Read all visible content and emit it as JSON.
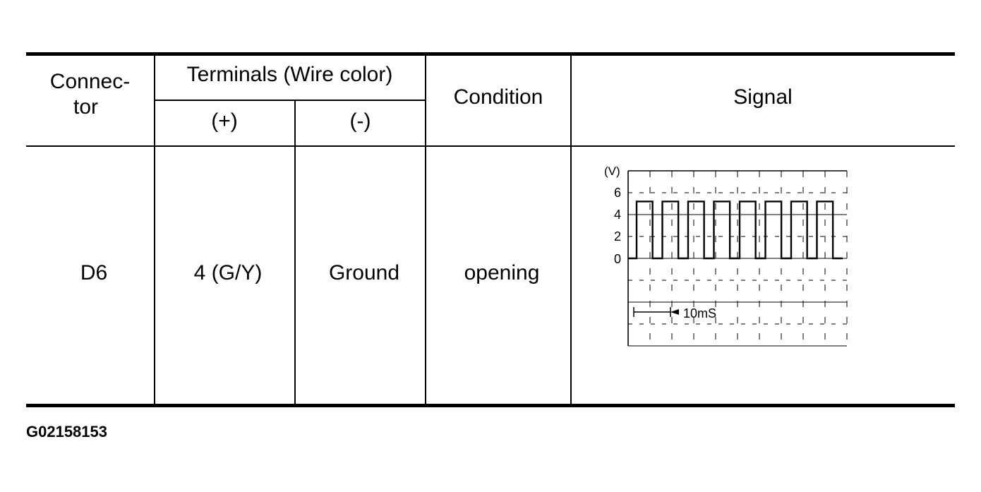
{
  "table": {
    "header": {
      "connector": [
        "Connec-",
        "tor"
      ],
      "terminals": "Terminals (Wire color)",
      "plus": "(+)",
      "minus": "(-)",
      "condition": "Condition",
      "signal": "Signal"
    },
    "row": {
      "connector": "D6",
      "plus": "4 (G/Y)",
      "minus": "Ground",
      "condition": "opening"
    }
  },
  "waveform": {
    "unit_label": "(V)",
    "y_ticks": [
      "6",
      "4",
      "2",
      "0"
    ],
    "time_label": "10mS",
    "high_level_v": 5.2,
    "low_level_v": 0,
    "pulse_count": 8
  },
  "figure_id": "G02158153"
}
